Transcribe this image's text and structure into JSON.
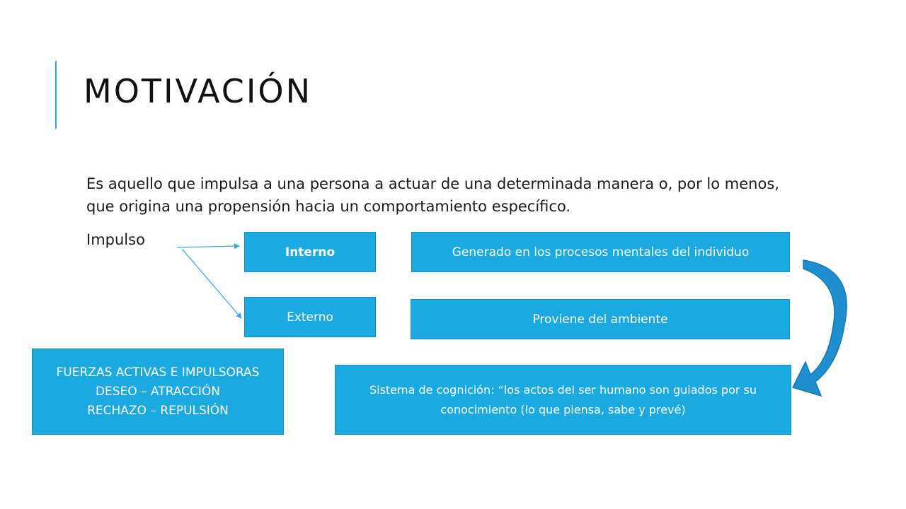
{
  "slide": {
    "title": "MOTIVACIÓN",
    "paragraph": "Es aquello que impulsa a una persona a actuar de una determinada manera o, por lo menos, que origina una propensión hacia un comportamiento específico.",
    "impulso_label": "Impulso"
  },
  "boxes": {
    "interno": "Interno",
    "externo": "Externo",
    "generado": "Generado en los procesos mentales del individuo",
    "proviene": "Proviene del ambiente",
    "fuerzas": [
      "FUERZAS ACTIVAS E IMPULSORAS",
      "DESEO – ATRACCIÓN",
      "RECHAZO – REPULSIÓN"
    ],
    "sistema": "Sistema de cognición: “los actos del ser humano son guiados por su conocimiento (lo que piensa, sabe y prevé)"
  },
  "colors": {
    "accent": "#35a7d8",
    "box_fill": "#1ba9e1",
    "curved_arrow": "#1f8fcf"
  }
}
